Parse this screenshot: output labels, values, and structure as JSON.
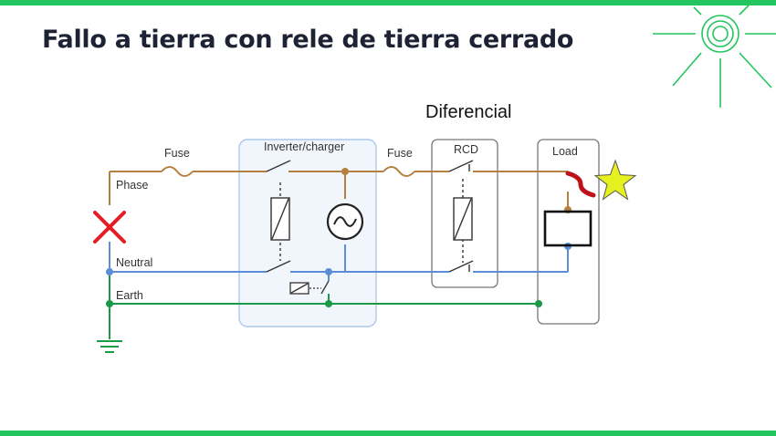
{
  "slide": {
    "title": "Fallo a tierra con rele de tierra cerrado",
    "caption": "Diferencial"
  },
  "diagram": {
    "labels": {
      "fuse_1": "Fuse",
      "fuse_2": "Fuse",
      "inverter": "Inverter/charger",
      "rcd": "RCD",
      "load": "Load",
      "phase": "Phase",
      "neutral": "Neutral",
      "earth": "Earth"
    }
  },
  "colors": {
    "accent": "#22c55e",
    "title": "#1e2235",
    "phase": "#b5803f",
    "neutral": "#5b8ed6",
    "earth": "#1a9a46",
    "fault_cross": "#e51c23",
    "fault_wire": "#c0101a",
    "fault_star": "#e6f01e"
  }
}
